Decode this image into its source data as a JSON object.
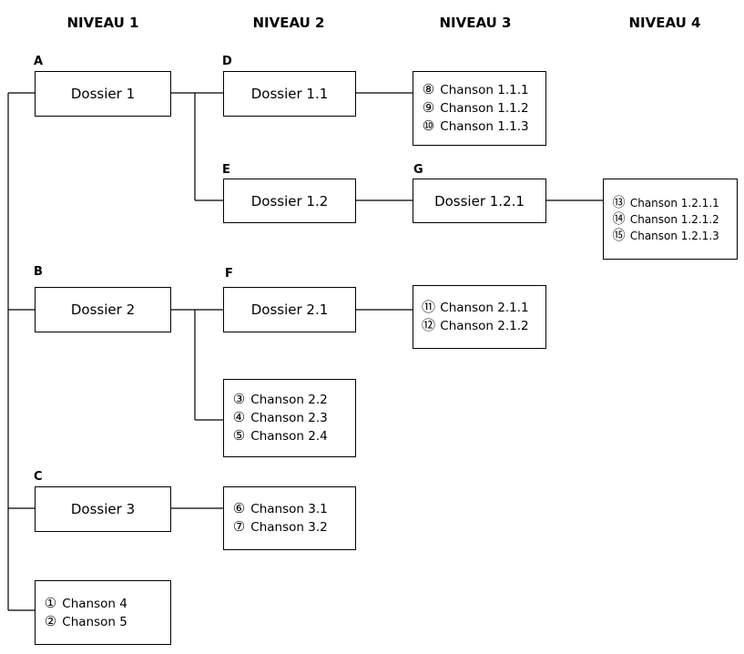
{
  "headers": [
    "NIVEAU 1",
    "NIVEAU 2",
    "NIVEAU 3",
    "NIVEAU 4"
  ],
  "folders": {
    "A": {
      "letter": "A",
      "name": "Dossier 1"
    },
    "B": {
      "letter": "B",
      "name": "Dossier 2"
    },
    "C": {
      "letter": "C",
      "name": "Dossier 3"
    },
    "D": {
      "letter": "D",
      "name": "Dossier 1.1"
    },
    "E": {
      "letter": "E",
      "name": "Dossier 1.2"
    },
    "F": {
      "letter": "F",
      "name": "Dossier 2.1"
    },
    "G": {
      "letter": "G",
      "name": "Dossier 1.2.1"
    }
  },
  "song_groups": {
    "root": [
      {
        "num": "①",
        "title": "Chanson 4"
      },
      {
        "num": "②",
        "title": "Chanson 5"
      }
    ],
    "d2": [
      {
        "num": "③",
        "title": "Chanson 2.2"
      },
      {
        "num": "④",
        "title": "Chanson 2.3"
      },
      {
        "num": "⑤",
        "title": "Chanson 2.4"
      }
    ],
    "d3": [
      {
        "num": "⑥",
        "title": "Chanson 3.1"
      },
      {
        "num": "⑦",
        "title": "Chanson 3.2"
      }
    ],
    "d11": [
      {
        "num": "⑧",
        "title": "Chanson 1.1.1"
      },
      {
        "num": "⑨",
        "title": "Chanson 1.1.2"
      },
      {
        "num": "⑩",
        "title": "Chanson 1.1.3"
      }
    ],
    "d21": [
      {
        "num": "⑪",
        "title": "Chanson 2.1.1"
      },
      {
        "num": "⑫",
        "title": "Chanson 2.1.2"
      }
    ],
    "d121": [
      {
        "num": "⑬",
        "title": "Chanson 1.2.1.1"
      },
      {
        "num": "⑭",
        "title": "Chanson 1.2.1.2"
      },
      {
        "num": "⑮",
        "title": "Chanson 1.2.1.3"
      }
    ]
  }
}
